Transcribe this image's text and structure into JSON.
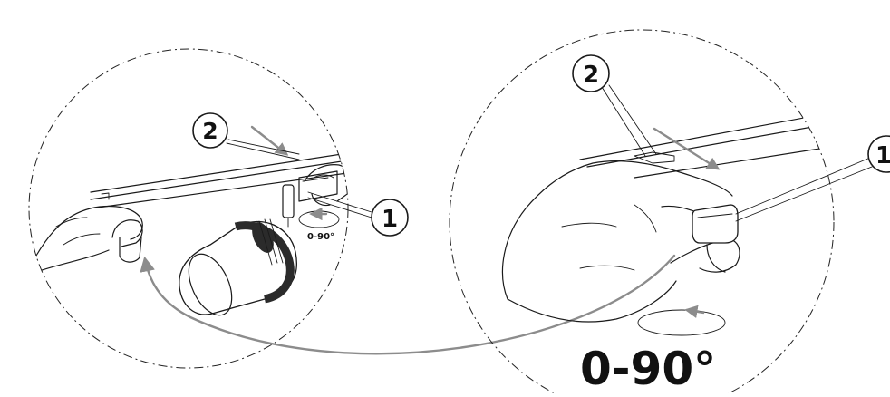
{
  "callouts": {
    "left_1": "1",
    "left_2": "2",
    "right_1": "1",
    "right_2": "2"
  },
  "angles": {
    "left_small": "0-90°",
    "right_large": "0-90°"
  },
  "colors": {
    "line": "#1a1a1a",
    "arrow": "#8c8c8c",
    "lamp_dark": "#2b2b2b"
  }
}
